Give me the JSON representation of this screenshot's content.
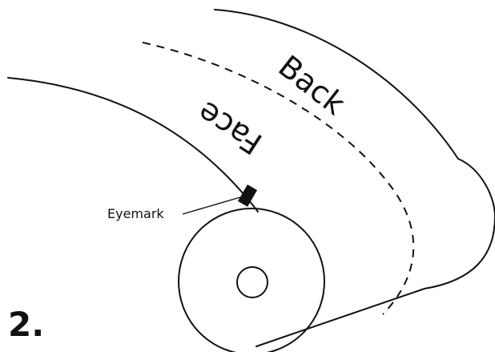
{
  "diagram": {
    "labels": {
      "back": "Back",
      "face": "Face",
      "eyemark": "Eyemark",
      "step": "2."
    }
  }
}
